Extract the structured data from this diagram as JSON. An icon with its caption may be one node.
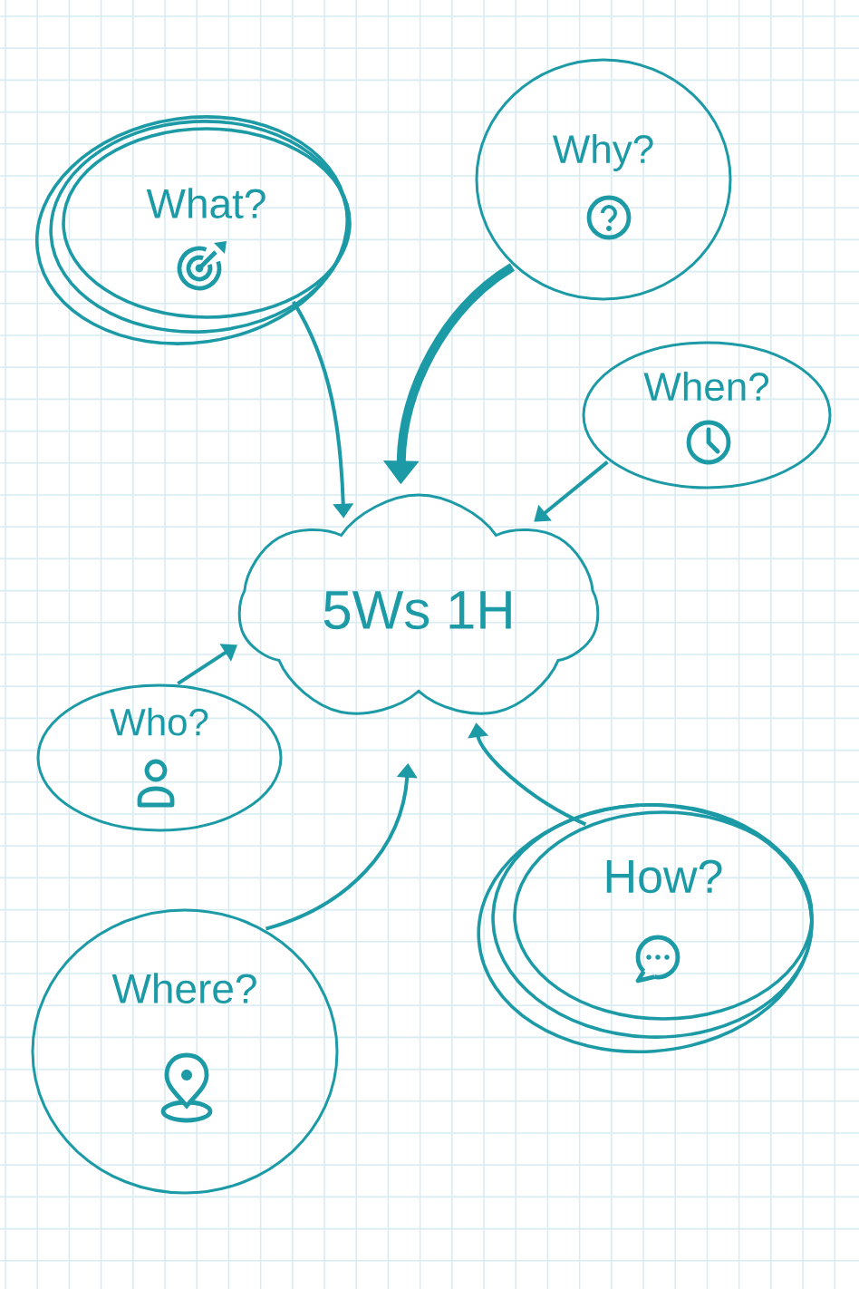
{
  "diagram": {
    "nodes": [
      {
        "text": [
          "What?"
        ]
      },
      {
        "text": [
          "Why?"
        ]
      },
      {
        "text": [
          "When?"
        ]
      },
      {
        "text": [
          "5Ws 1H"
        ]
      },
      {
        "text": [
          "Who?"
        ]
      },
      {
        "text": [
          "How?"
        ]
      },
      {
        "text": [
          "Where?"
        ]
      }
    ],
    "edges": [
      {
        "from": 0,
        "to": 3,
        "arrow": "to"
      },
      {
        "from": 1,
        "to": 3,
        "arrow": "to",
        "style": "thick"
      },
      {
        "from": 2,
        "to": 3,
        "arrow": "to"
      },
      {
        "from": 4,
        "to": 3,
        "arrow": "to"
      },
      {
        "from": 6,
        "to": 3,
        "arrow": "to"
      },
      {
        "from": 5,
        "to": 3,
        "arrow": "to"
      }
    ]
  }
}
